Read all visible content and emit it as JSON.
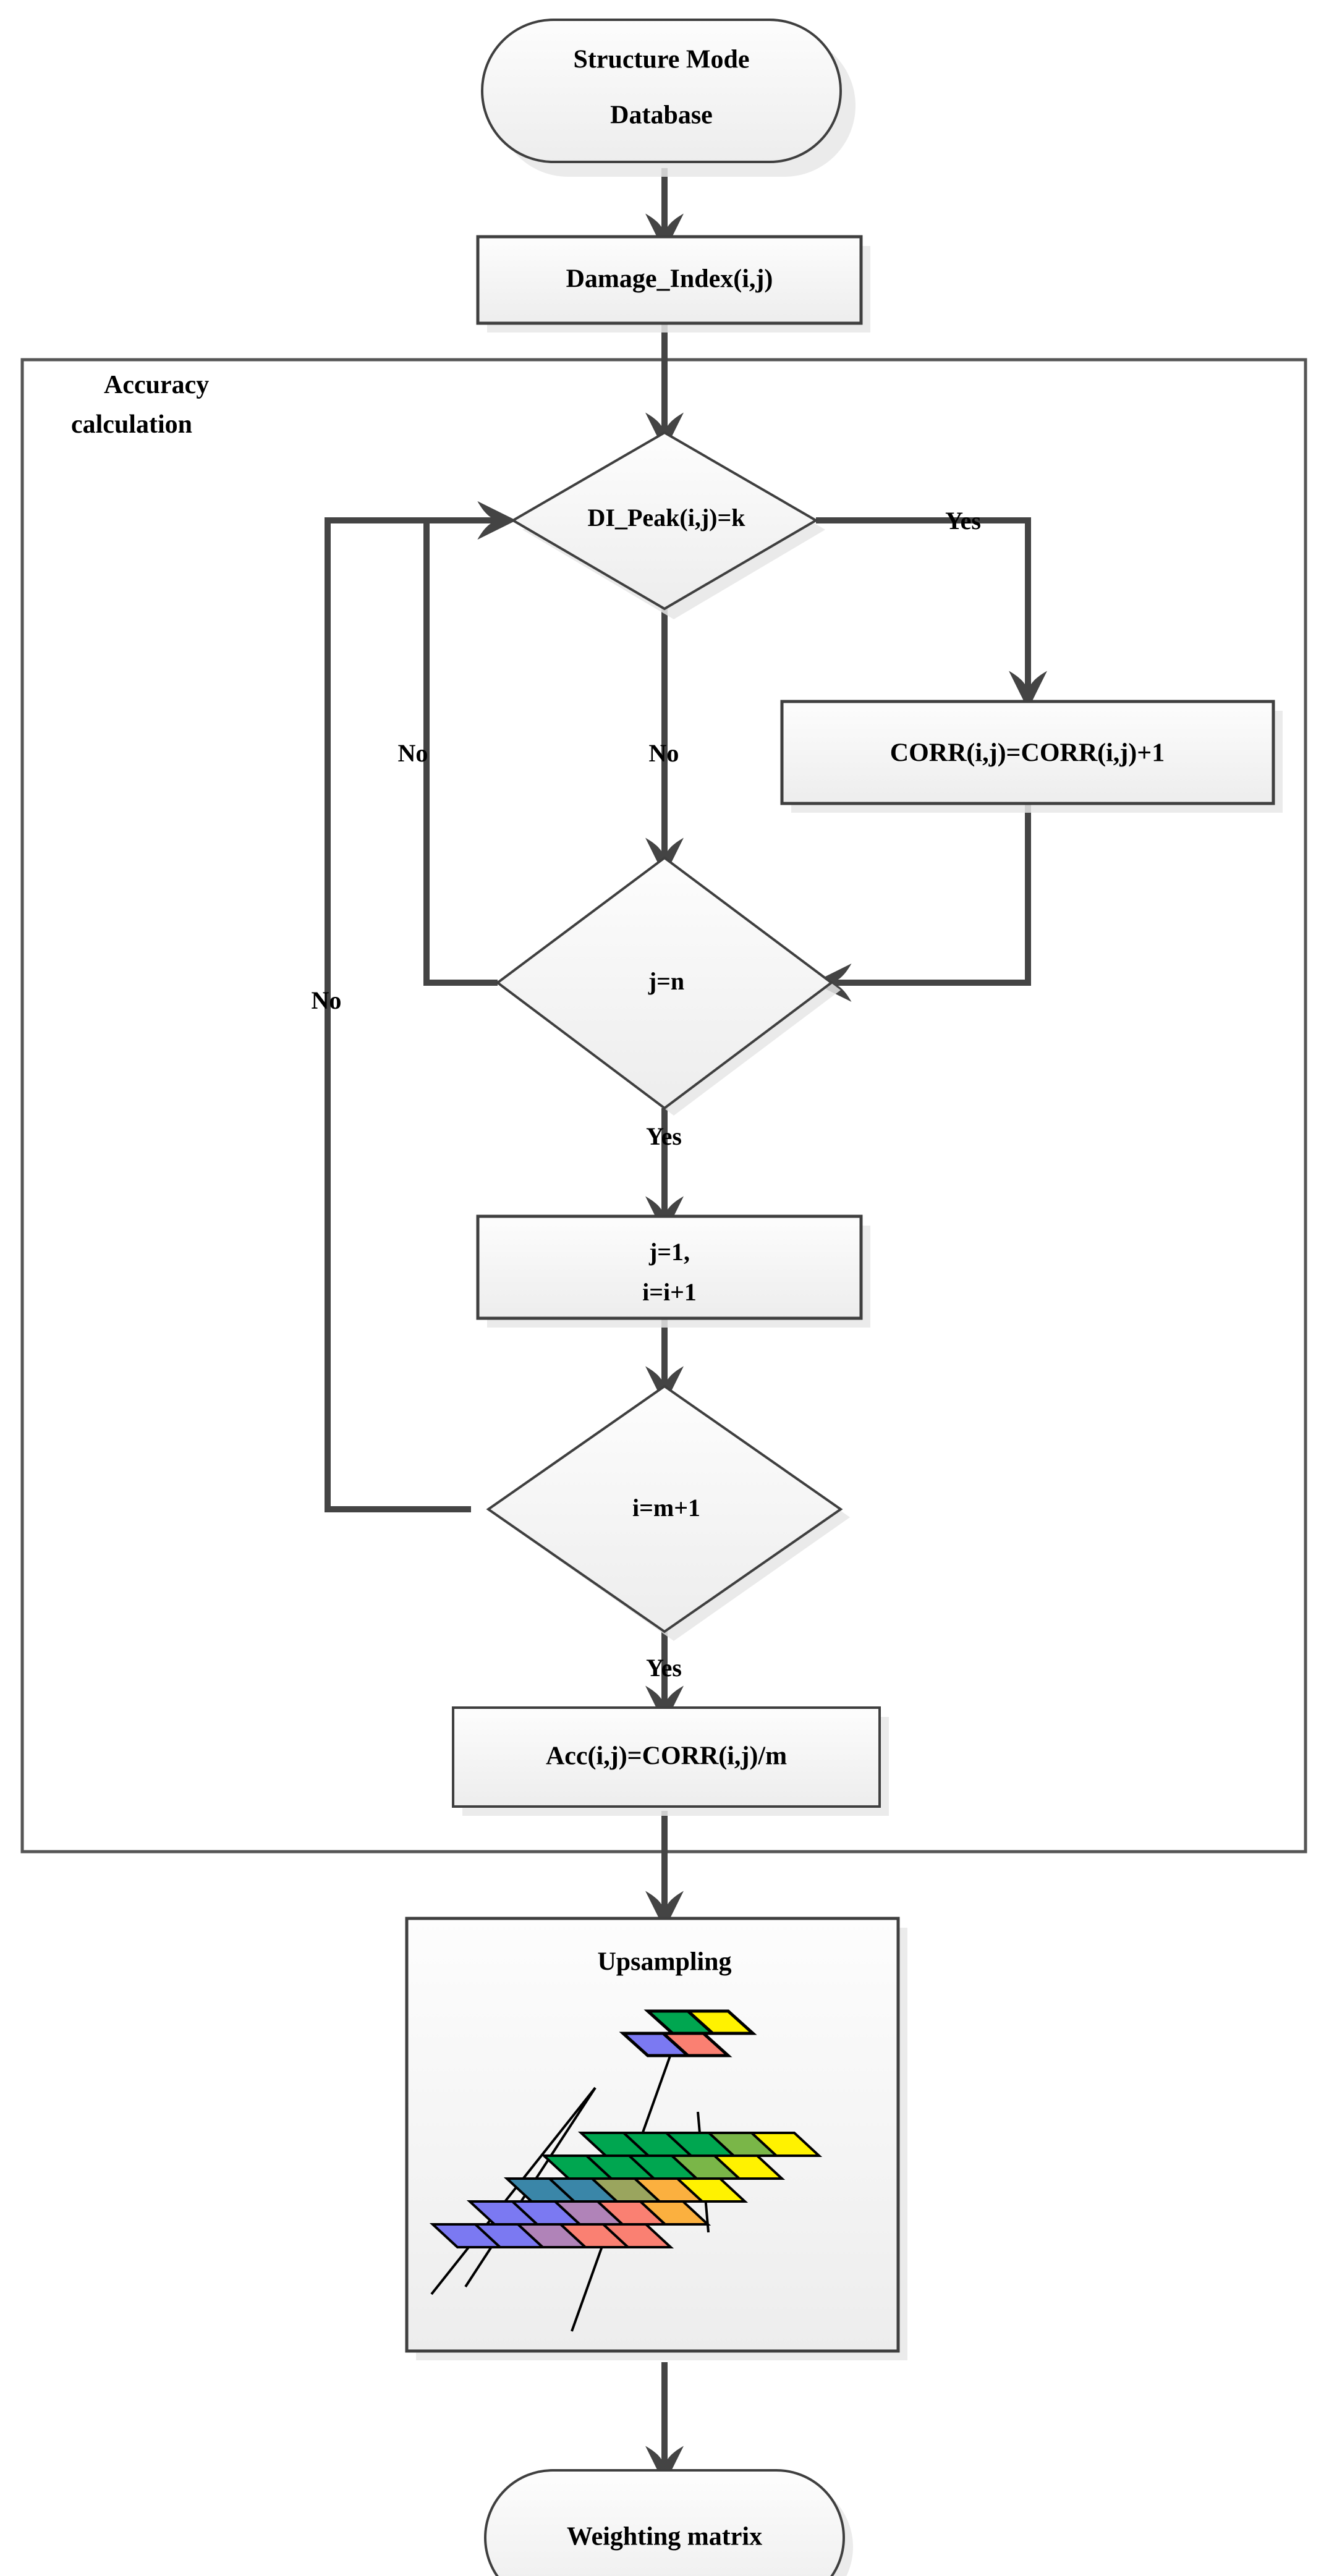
{
  "diagram": {
    "title_group": "Accuracy calculation",
    "nodes": {
      "start": {
        "label_line1": "Structure Mode",
        "label_line2": "Database",
        "shape": "stadium"
      },
      "damage_index": {
        "label": "Damage_Index(i,j)",
        "shape": "rect"
      },
      "di_peak": {
        "label": "DI_Peak(i,j)=k",
        "shape": "diamond"
      },
      "corr": {
        "label": "CORR(i,j)=CORR(i,j)+1",
        "shape": "rect"
      },
      "j_eq_n": {
        "label": "j=n",
        "shape": "diamond"
      },
      "reset_j": {
        "label_line1": "j=1,",
        "label_line2": "i=i+1",
        "shape": "rect"
      },
      "i_eq_m1": {
        "label": "i=m+1",
        "shape": "diamond"
      },
      "acc": {
        "label": "Acc(i,j)=CORR(i,j)/m",
        "shape": "rect"
      },
      "upsampling": {
        "label": "Upsampling",
        "shape": "rect"
      },
      "weighting": {
        "label": "Weighting matrix",
        "shape": "stadium"
      }
    },
    "edge_labels": {
      "di_peak_yes": "Yes",
      "di_peak_no": "No",
      "j_eq_n_no": "No",
      "j_eq_n_yes": "Yes",
      "i_eq_m1_no": "No",
      "i_eq_m1_yes": "Yes"
    },
    "colors": {
      "node_fill_top": "#fcfcfc",
      "node_fill_bottom": "#efefef",
      "node_stroke": "#3f3f3f",
      "edge_stroke": "#444444",
      "shadow": "#e6e6e6",
      "frame_stroke": "#555555",
      "grid_green": "#00a650",
      "grid_yellow": "#fff200",
      "grid_blue": "#7b79f2",
      "grid_red": "#fa8072",
      "grid_olive": "#7ab648",
      "grid_teal": "#3a86a8",
      "grid_orange": "#fbb03f",
      "grid_purple": "#b083b8",
      "grid_khaki": "#9aa55e"
    },
    "upsampling_grid": {
      "small_grid_colors": [
        [
          "#00a650",
          "#fff200"
        ],
        [
          "#7b79f2",
          "#fa8072"
        ]
      ],
      "large_grid_colors": [
        [
          "#00a650",
          "#00a650",
          "#00a650",
          "#7ab648",
          "#fff200"
        ],
        [
          "#00a650",
          "#00a650",
          "#00a650",
          "#7ab648",
          "#fff200"
        ],
        [
          "#3a86a8",
          "#3a86a8",
          "#9aa55e",
          "#fbb03f",
          "#fff200"
        ],
        [
          "#7b79f2",
          "#7b79f2",
          "#b083b8",
          "#fa8072",
          "#fbb03f"
        ],
        [
          "#7b79f2",
          "#7b79f2",
          "#b083b8",
          "#fa8072",
          "#fa8072"
        ]
      ]
    }
  }
}
